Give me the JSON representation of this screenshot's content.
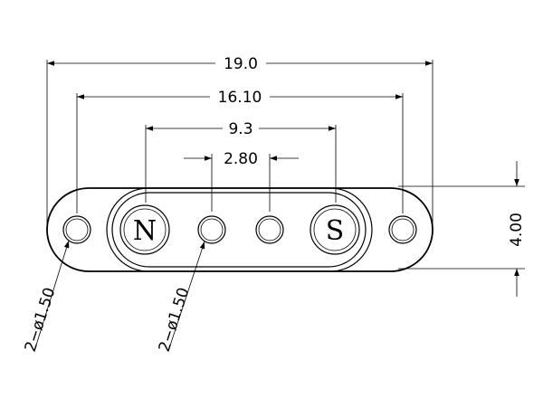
{
  "dimensions": {
    "overall_length": "19.0",
    "mount_hole_spacing": "16.10",
    "pole_spacing": "9.3",
    "center_hole_spacing": "2.80",
    "height": "4.00",
    "mount_hole_callout": "2−ø1.50",
    "center_hole_callout": "2−ø1.50"
  },
  "poles": {
    "north": "N",
    "south": "S"
  }
}
